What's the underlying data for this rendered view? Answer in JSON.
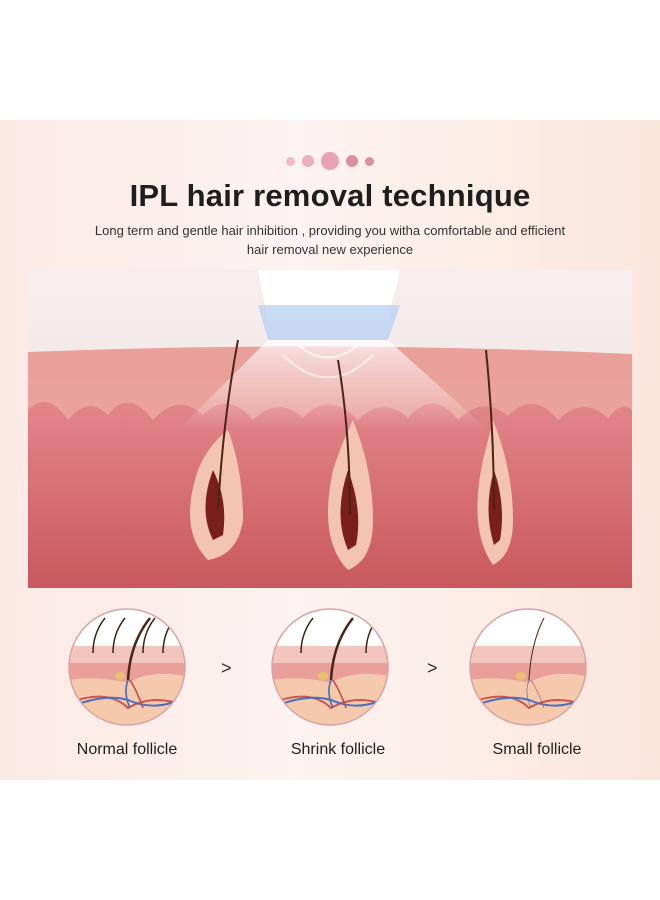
{
  "header": {
    "title": "IPL hair removal technique",
    "subtitle_line1": "Long term and gentle hair inhibition , providing you witha comfortable and efficient",
    "subtitle_line2": "hair removal new experience"
  },
  "stages": [
    {
      "label": "Normal follicle",
      "hairs": 5
    },
    {
      "label": "Shrink follicle",
      "hairs": 3
    },
    {
      "label": "Small follicle",
      "hairs": 1
    }
  ],
  "arrows": [
    ">",
    ">"
  ],
  "colors": {
    "accent_dot": "#e8a2b4",
    "skin": "#d9707a",
    "panel": "#fbe9e4"
  }
}
